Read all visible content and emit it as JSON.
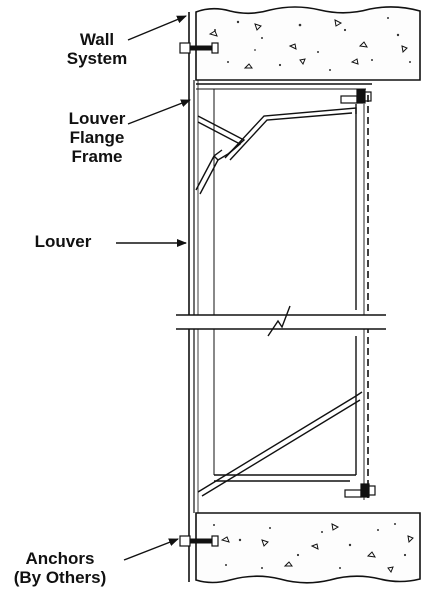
{
  "labels": {
    "wall_system": [
      "Wall",
      "System"
    ],
    "louver_flange_frame": [
      "Louver",
      "Flange",
      "Frame"
    ],
    "louver": "Louver",
    "anchors": [
      "Anchors",
      "(By Others)"
    ]
  },
  "colors": {
    "ink": "#111111",
    "background": "#ffffff"
  }
}
